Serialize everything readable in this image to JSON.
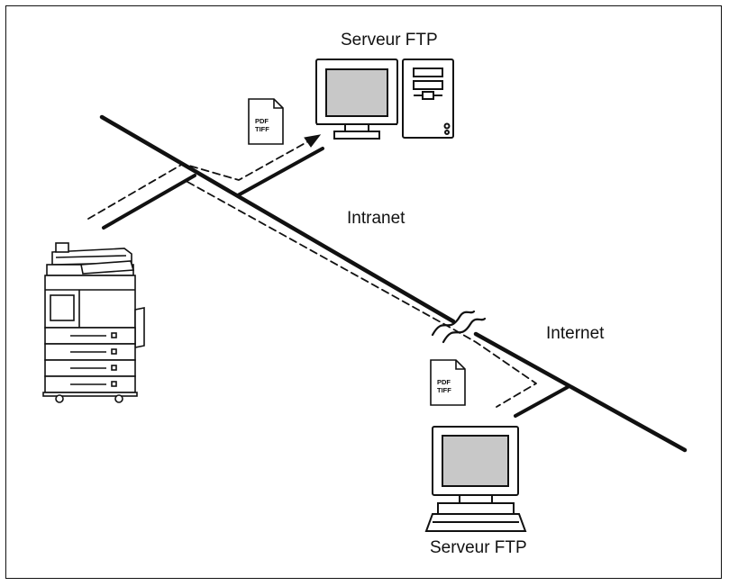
{
  "labels": {
    "server_top": "Serveur FTP",
    "server_bottom": "Serveur FTP",
    "intranet": "Intranet",
    "internet": "Internet"
  },
  "documents": {
    "doc_top": {
      "line1": "PDF",
      "line2": "TIFF"
    },
    "doc_bottom": {
      "line1": "PDF",
      "line2": "TIFF"
    }
  },
  "colors": {
    "line": "#111111",
    "screen_fill": "#c8c8c8",
    "device_fill": "#ffffff"
  }
}
